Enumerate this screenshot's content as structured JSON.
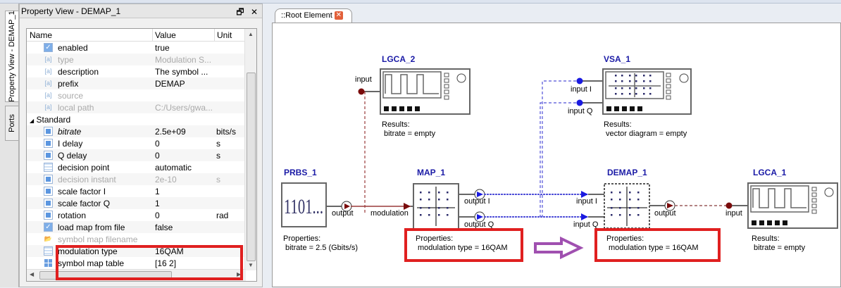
{
  "left_tabs": [
    "Property View - DEMAP_1",
    "Ports"
  ],
  "property_view": {
    "title": "Property View - DEMAP_1",
    "restore_icon": "restore-icon",
    "close_icon": "close-icon",
    "columns": [
      "Name",
      "Value",
      "Unit"
    ],
    "rows": [
      {
        "icon": "checkbox",
        "name": "enabled",
        "value": "true",
        "unit": "",
        "disabled": false
      },
      {
        "icon": "string",
        "name": "type",
        "value": "Modulation S...",
        "unit": "",
        "disabled": true
      },
      {
        "icon": "string",
        "name": "description",
        "value": "The symbol ...",
        "unit": "",
        "disabled": false
      },
      {
        "icon": "string",
        "name": "prefix",
        "value": "DEMAP",
        "unit": "",
        "disabled": false
      },
      {
        "icon": "string",
        "name": "source",
        "value": "",
        "unit": "",
        "disabled": true
      },
      {
        "icon": "string",
        "name": "local path",
        "value": "C:/Users/gwa...",
        "unit": "",
        "disabled": true
      },
      {
        "icon": "group",
        "name": "Standard",
        "value": "",
        "unit": "",
        "disabled": false
      },
      {
        "icon": "number",
        "name": "bitrate",
        "value": "2.5e+09",
        "unit": "bits/s",
        "disabled": false,
        "italic": true
      },
      {
        "icon": "number",
        "name": "I delay",
        "value": "0",
        "unit": "s",
        "disabled": false
      },
      {
        "icon": "number",
        "name": "Q delay",
        "value": "0",
        "unit": "s",
        "disabled": false
      },
      {
        "icon": "list",
        "name": "decision point",
        "value": "automatic",
        "unit": "",
        "disabled": false
      },
      {
        "icon": "number",
        "name": "decision instant",
        "value": "2e-10",
        "unit": "s",
        "disabled": true
      },
      {
        "icon": "number",
        "name": "scale factor I",
        "value": "1",
        "unit": "",
        "disabled": false
      },
      {
        "icon": "number",
        "name": "scale factor Q",
        "value": "1",
        "unit": "",
        "disabled": false
      },
      {
        "icon": "number",
        "name": "rotation",
        "value": "0",
        "unit": "rad",
        "disabled": false
      },
      {
        "icon": "checkbox",
        "name": "load map from file",
        "value": "false",
        "unit": "",
        "disabled": false
      },
      {
        "icon": "folder",
        "name": "symbol map filename",
        "value": "",
        "unit": "",
        "disabled": true
      },
      {
        "icon": "list",
        "name": "modulation type",
        "value": "16QAM",
        "unit": "",
        "disabled": false
      },
      {
        "icon": "grid",
        "name": "symbol map table",
        "value": "[16 2]",
        "unit": "",
        "disabled": false
      }
    ]
  },
  "editor": {
    "tab_label": "::Root Element",
    "components": {
      "lgca2": {
        "name": "LGCA_2",
        "port": "input",
        "results_title": "Results:",
        "results": "bitrate = empty"
      },
      "vsa1": {
        "name": "VSA_1",
        "port_i": "input I",
        "port_q": "input Q",
        "results_title": "Results:",
        "results": "vector diagram = empty"
      },
      "prbs1": {
        "name": "PRBS_1",
        "glyph": "1101...",
        "port": "output",
        "props_title": "Properties:",
        "props": "bitrate = 2.5 (Gbits/s)"
      },
      "map1": {
        "name": "MAP_1",
        "port_in": "modulation",
        "port_i": "output I",
        "port_q": "output Q",
        "props_title": "Properties:",
        "props": "modulation type = 16QAM"
      },
      "demap1": {
        "name": "DEMAP_1",
        "port_i": "input I",
        "port_q": "input Q",
        "port_out": "output",
        "props_title": "Properties:",
        "props": "modulation type = 16QAM"
      },
      "lgca1": {
        "name": "LGCA_1",
        "port": "input",
        "results_title": "Results:",
        "results": "bitrate = empty"
      }
    },
    "colors": {
      "highlight": "#e02020",
      "arrow": "#a050b0",
      "signal_blue": "#2a2ad8",
      "signal_red": "#7a0b0b",
      "name_blue": "#1a1aa6"
    }
  }
}
